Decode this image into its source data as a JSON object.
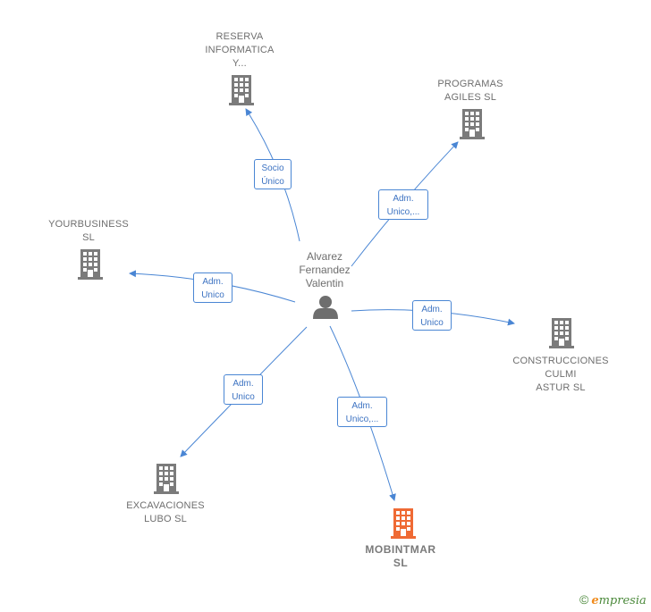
{
  "person": {
    "name": "Alvarez\nFernandez\nValentin",
    "icon": "person-icon"
  },
  "companies": [
    {
      "id": "reserva",
      "label": "RESERVA\nINFORMATICA\nY...",
      "icon": "building-icon"
    },
    {
      "id": "programas",
      "label": "PROGRAMAS\nAGILES SL",
      "icon": "building-icon"
    },
    {
      "id": "yourbusiness",
      "label": "YOURBUSINESS\nSL",
      "icon": "building-icon"
    },
    {
      "id": "construcciones",
      "label": "CONSTRUCCIONES\nCULMI\nASTUR SL",
      "icon": "building-icon"
    },
    {
      "id": "excavaciones",
      "label": "EXCAVACIONES\nLUBO SL",
      "icon": "building-icon"
    },
    {
      "id": "mobintmar",
      "label": "MOBINTMAR\nSL",
      "icon": "building-icon",
      "highlight": true
    }
  ],
  "edges": [
    {
      "target": "reserva",
      "label": "Socio\nÚnico"
    },
    {
      "target": "programas",
      "label": "Adm.\nUnico,..."
    },
    {
      "target": "yourbusiness",
      "label": "Adm.\nUnico"
    },
    {
      "target": "construcciones",
      "label": "Adm.\nUnico"
    },
    {
      "target": "excavaciones",
      "label": "Adm.\nUnico"
    },
    {
      "target": "mobintmar",
      "label": "Adm.\nUnico,..."
    }
  ],
  "colors": {
    "edge": "#4a86d4",
    "building": "#7b7b7b",
    "building_highlight": "#ef6a34",
    "person": "#6e6e6e"
  },
  "brand": {
    "copyright": "©",
    "initial": "e",
    "name": "mpresia"
  }
}
